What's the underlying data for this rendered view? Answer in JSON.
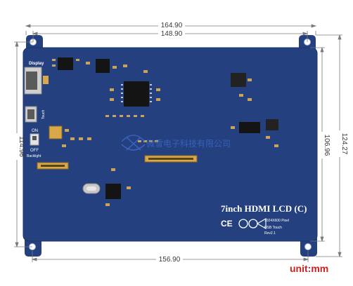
{
  "colors": {
    "board": "#24407f",
    "board_edge": "#1c3366",
    "dimension_line": "#7a7a7a",
    "unit_text": "#cc1f1f",
    "chip": "#141414",
    "connector": "#d8a84a",
    "watermark": "#3f6bd1"
  },
  "dimensions": {
    "top_outer": "164.90",
    "top_inner": "148.90",
    "bottom": "156.90",
    "left": "114.96",
    "right_inner": "106.96",
    "right_outer": "124.27"
  },
  "unit_label": "unit:mm",
  "board": {
    "title": "7inch HDMI LCD (C)",
    "resolution": "1024X600 Pixel",
    "touch": "USB Touch",
    "revision": "Rev2.1",
    "display_label": "Display",
    "touch_label": "Touch",
    "switch_on": "ON",
    "switch_off": "OFF",
    "backlight_label": "Backlight"
  },
  "watermark": {
    "text": "微雪电子科技有限公司",
    "icon": "waveshare-logo-icon"
  }
}
